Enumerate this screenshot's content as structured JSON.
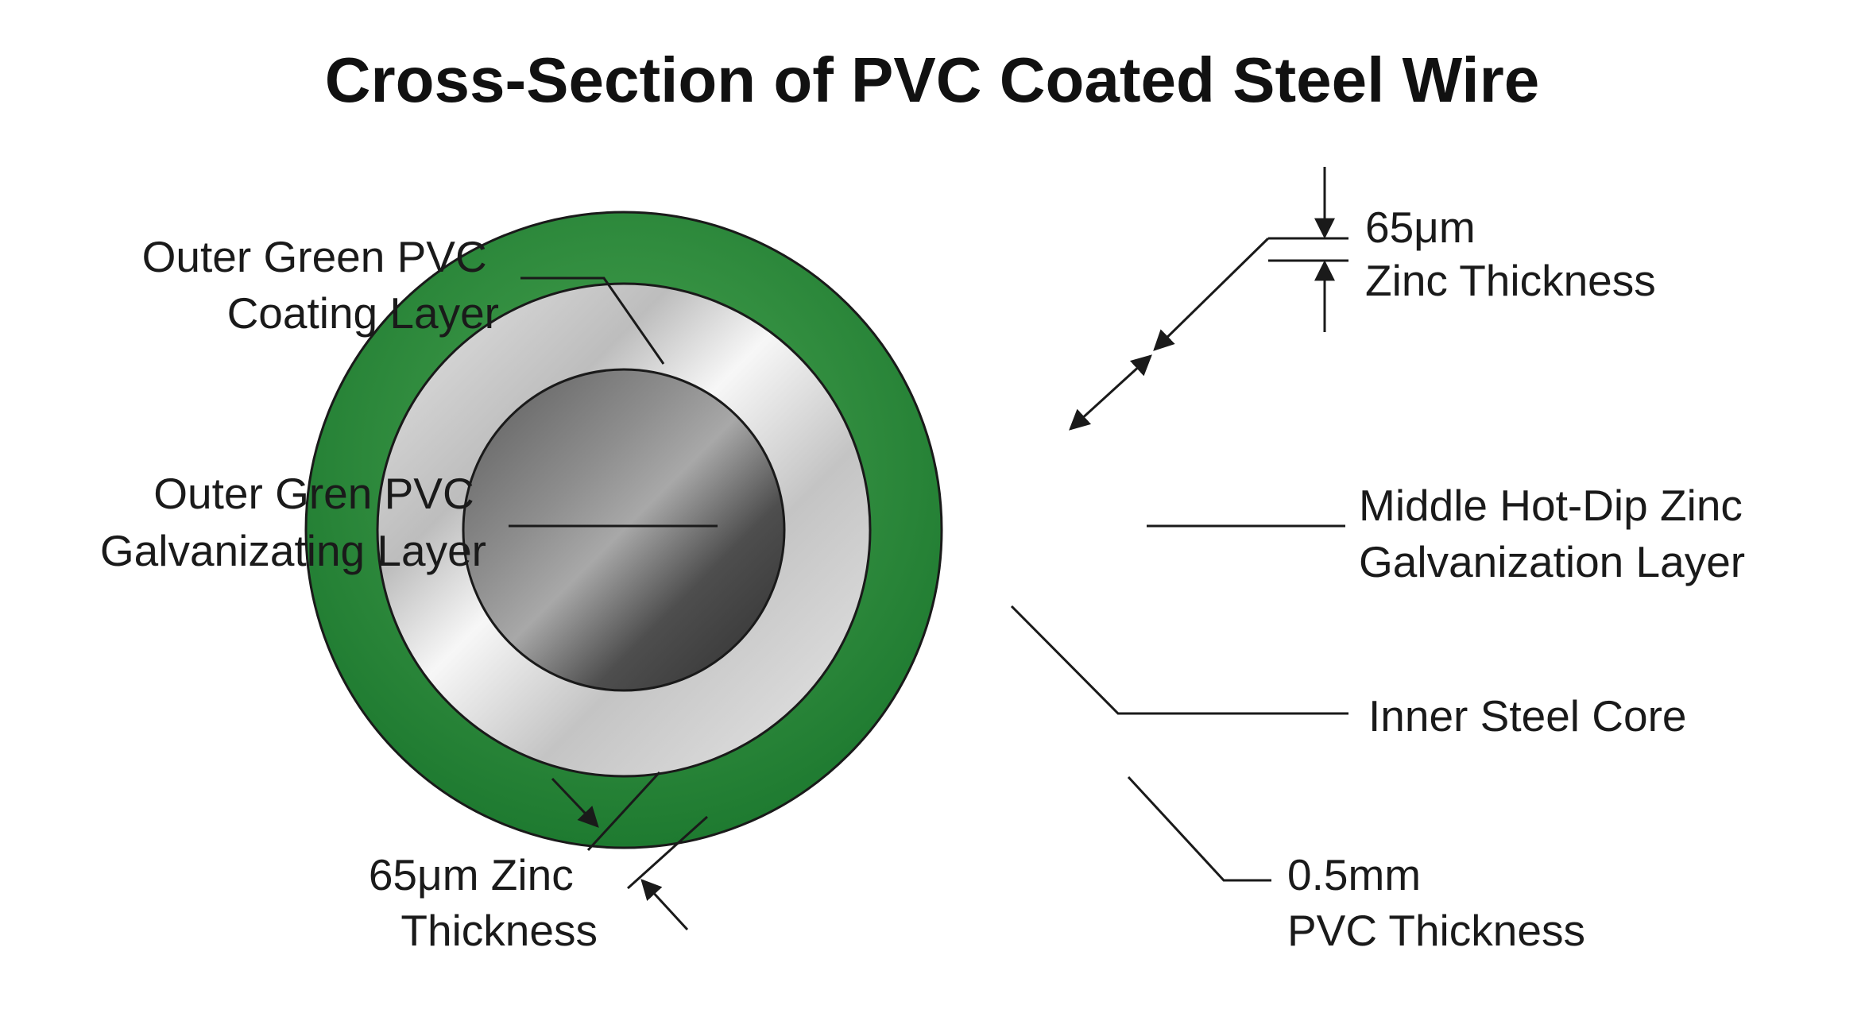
{
  "title": "Cross-Section of PVC Coated Steel Wire",
  "colors": {
    "pvc_outer": "#4aa552",
    "pvc_inner": "#1e7a30",
    "zinc_light": "#f4f4f4",
    "zinc_mid": "#c8c8c8",
    "core_light": "#9a9a9a",
    "core_dark": "#3e3e3e",
    "line": "#1a1a1a"
  },
  "labels": {
    "outer_pvc": [
      "Outer Green PVC",
      "Coating Layer"
    ],
    "outer_gren": [
      "Outer Gren PVC",
      "Galvanizating Layer"
    ],
    "zinc_top": [
      "65μm",
      "Zinc Thickness"
    ],
    "middle_zinc": [
      "Middle Hot-Dip Zinc",
      "Galvanization Layer"
    ],
    "inner_core": [
      "Inner Steel Core"
    ],
    "zinc_bottom": [
      "65μm Zinc",
      "Thickness"
    ],
    "pvc_thickness": [
      "0.5mm",
      "PVC Thickness"
    ]
  }
}
